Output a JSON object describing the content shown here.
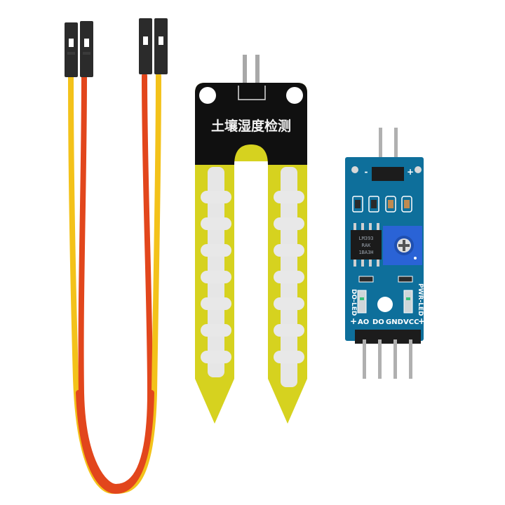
{
  "scene": {
    "description": "Soil moisture sensor kit product photo on white background",
    "background": "#ffffff"
  },
  "jumper_wires": {
    "count": 2,
    "colors": {
      "yellow": "#f3c21a",
      "orange": "#e2461c",
      "connector": "#2b2b2b"
    }
  },
  "probe": {
    "label_cn": "土壤湿度检测",
    "colors": {
      "mask": "#101010",
      "substrate": "#d6d21f",
      "trace": "#e6e6e6",
      "silk": "#f2f2f2"
    },
    "pads_per_tine": 7
  },
  "module": {
    "colors": {
      "pcb": "#0e6f9b",
      "pot": "#2a63d6",
      "header": "#1c1c1c",
      "pin": "#b8b8b8"
    },
    "chip_marking": [
      "LM393",
      "RAK",
      "1BA3H"
    ],
    "probe_header_labels": {
      "minus": "-",
      "plus": "+"
    },
    "led_labels": {
      "left": "DO-LED",
      "right": "PWR-LED"
    },
    "pin_labels": {
      "ao": "AO",
      "do": "DO",
      "gnd": "GND",
      "vcc": "VCC"
    },
    "plus_sign": "+"
  }
}
